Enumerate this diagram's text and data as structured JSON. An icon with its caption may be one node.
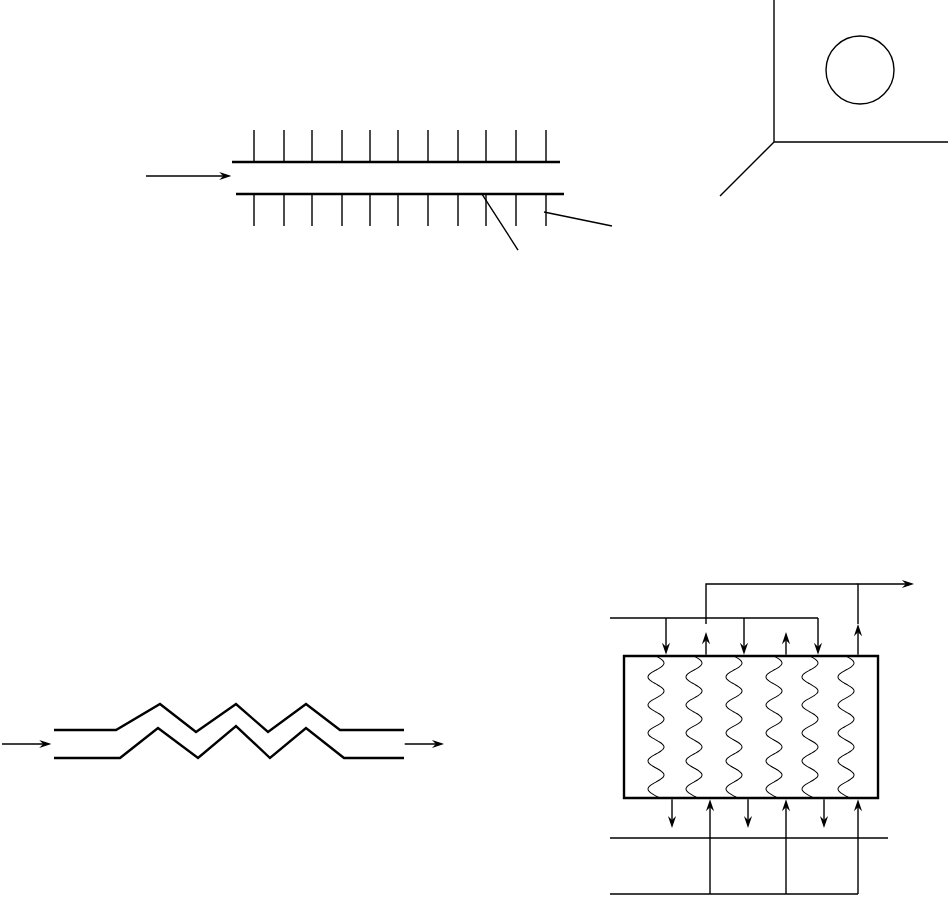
{
  "diagram": {
    "nodes": [
      {
        "text": [],
        "shape": "picture"
      },
      {
        "text": [],
        "shape": "picture"
      },
      {
        "text": [],
        "shape": "box"
      }
    ],
    "edges": [
      {
        "from": null,
        "to": 0,
        "arrow": "to"
      },
      {
        "from": null,
        "to": 1,
        "arrow": "to"
      },
      {
        "from": 1,
        "to": null,
        "arrow": "to"
      },
      {
        "from": null,
        "to": 2,
        "arrow": "to"
      },
      {
        "from": 2,
        "to": null,
        "arrow": "to"
      },
      {
        "from": null,
        "to": 2,
        "arrow": "to"
      },
      {
        "from": 2,
        "to": null,
        "arrow": "to"
      },
      {
        "from": null,
        "to": 2,
        "arrow": "to"
      },
      {
        "from": 2,
        "to": null,
        "arrow": "to"
      },
      {
        "from": 2,
        "to": null,
        "arrow": "to"
      },
      {
        "from": null,
        "to": 2,
        "arrow": "to"
      },
      {
        "from": 2,
        "to": null,
        "arrow": "to"
      },
      {
        "from": null,
        "to": 2,
        "arrow": "to"
      },
      {
        "from": 2,
        "to": null,
        "arrow": "to"
      },
      {
        "from": null,
        "to": 2,
        "arrow": "to"
      }
    ]
  }
}
